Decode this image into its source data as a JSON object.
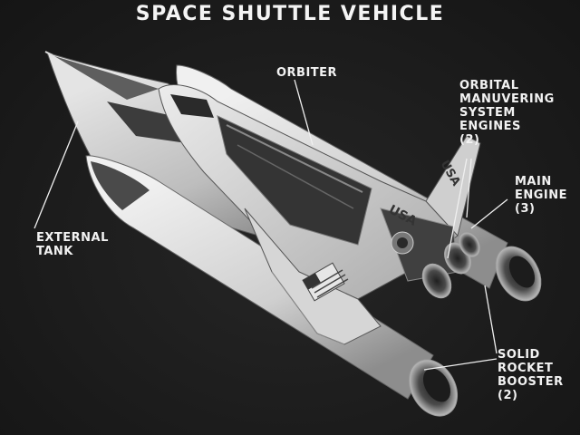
{
  "title": "SPACE SHUTTLE VEHICLE",
  "labels": {
    "orbiter": "ORBITER",
    "oms_engines": "ORBITAL\nMANUVERING\nSYSTEM\nENGINES\n(2)",
    "main_engine": "MAIN\nENGINE\n(3)",
    "external_tank": "EXTERNAL\nTANK",
    "srb": "SOLID\nROCKET\nBOOSTER\n(2)"
  },
  "markings": {
    "usa_wing": "USA",
    "usa_tail": "USA"
  }
}
